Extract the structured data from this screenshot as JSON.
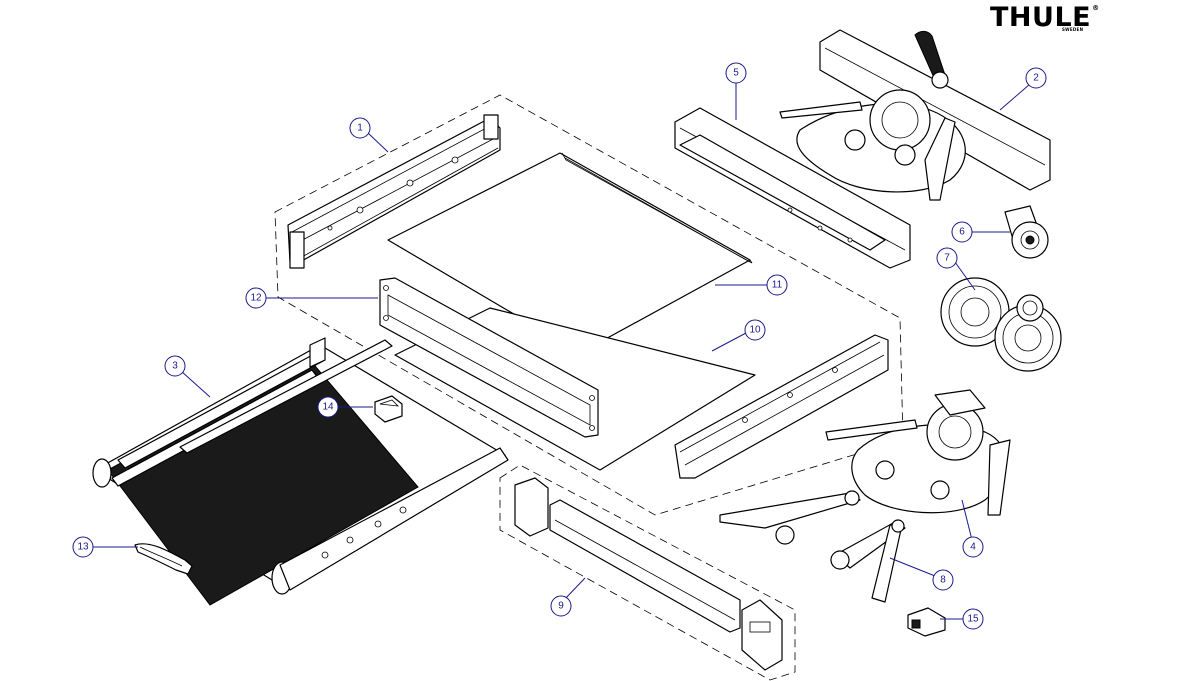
{
  "brand": {
    "logo_text": "THULE",
    "logo_mark": "®",
    "logo_sub": "SWEDEN"
  },
  "callouts": [
    {
      "id": "c1",
      "label": "1"
    },
    {
      "id": "c2",
      "label": "2"
    },
    {
      "id": "c3",
      "label": "3"
    },
    {
      "id": "c4",
      "label": "4"
    },
    {
      "id": "c5",
      "label": "5"
    },
    {
      "id": "c6",
      "label": "6"
    },
    {
      "id": "c7",
      "label": "7"
    },
    {
      "id": "c8",
      "label": "8"
    },
    {
      "id": "c9",
      "label": "9"
    },
    {
      "id": "c10",
      "label": "10"
    },
    {
      "id": "c11",
      "label": "11"
    },
    {
      "id": "c12",
      "label": "12"
    },
    {
      "id": "c13",
      "label": "13"
    },
    {
      "id": "c14",
      "label": "14"
    },
    {
      "id": "c15",
      "label": "15"
    }
  ],
  "colors": {
    "callout": "#1a1a8c",
    "line": "#000000",
    "background": "#ffffff"
  }
}
